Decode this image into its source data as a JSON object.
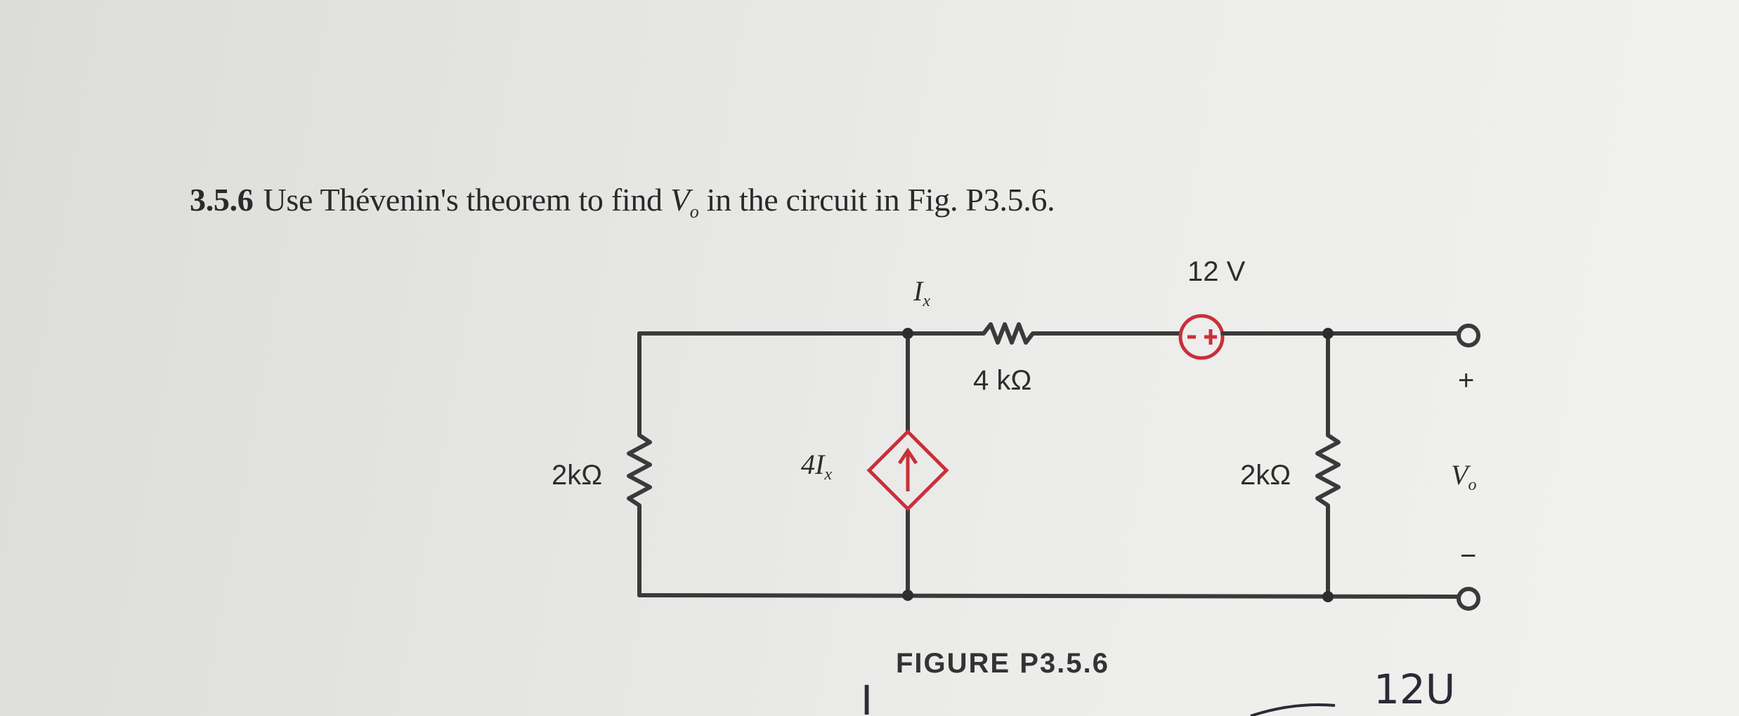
{
  "problem": {
    "number": "3.5.6",
    "text_before": "Use Thévenin's theorem to find ",
    "variable": "V",
    "variable_sub": "o",
    "text_after": " in the circuit in Fig. P3.5.6."
  },
  "figure": {
    "caption": "FIGURE P3.5.6",
    "left_resistor": "2kΩ",
    "series_resistor": "4 kΩ",
    "right_resistor": "2kΩ",
    "voltage_source": "12 V",
    "dep_source_coef": "4I",
    "current_label": "I",
    "current_sub": "x",
    "plus": "+",
    "minus": "−",
    "output": "V",
    "output_sub": "o"
  },
  "handwriting": {
    "note_right": "12U",
    "note_left": "I"
  },
  "colors": {
    "source_red": "#c8303a",
    "wire": "#3a3a3a"
  }
}
